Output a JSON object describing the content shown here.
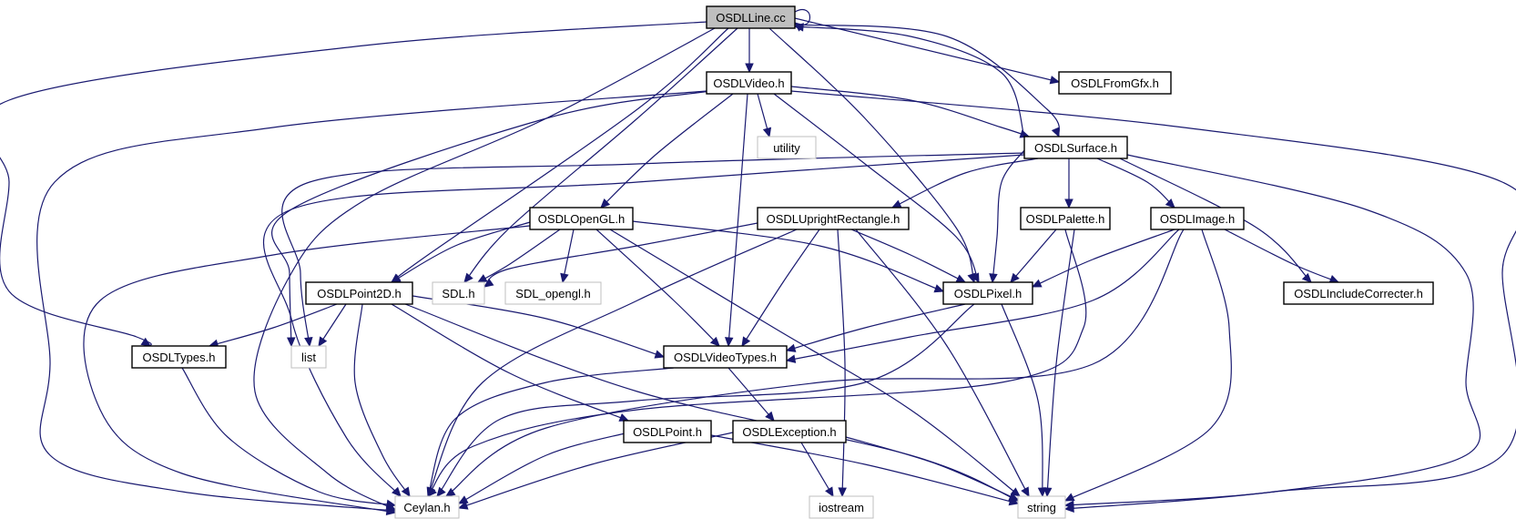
{
  "diagram": {
    "type": "include-dependency-graph",
    "colors": {
      "edge": "#191970",
      "root_fill": "#bfbfbf",
      "node_border": "#000000",
      "external_border": "#bfbfbf"
    },
    "nodes": [
      {
        "id": "line",
        "label": "OSDLLine.cc",
        "kind": "root"
      },
      {
        "id": "video",
        "label": "OSDLVideo.h",
        "kind": "header"
      },
      {
        "id": "fromgfx",
        "label": "OSDLFromGfx.h",
        "kind": "header"
      },
      {
        "id": "utility",
        "label": "utility",
        "kind": "external"
      },
      {
        "id": "surface",
        "label": "OSDLSurface.h",
        "kind": "header"
      },
      {
        "id": "opengl",
        "label": "OSDLOpenGL.h",
        "kind": "header"
      },
      {
        "id": "upright",
        "label": "OSDLUprightRectangle.h",
        "kind": "header"
      },
      {
        "id": "palette",
        "label": "OSDLPalette.h",
        "kind": "header"
      },
      {
        "id": "image",
        "label": "OSDLImage.h",
        "kind": "header"
      },
      {
        "id": "point2d",
        "label": "OSDLPoint2D.h",
        "kind": "header"
      },
      {
        "id": "sdl",
        "label": "SDL.h",
        "kind": "external"
      },
      {
        "id": "sdlgl",
        "label": "SDL_opengl.h",
        "kind": "external"
      },
      {
        "id": "pixel",
        "label": "OSDLPixel.h",
        "kind": "header"
      },
      {
        "id": "incc",
        "label": "OSDLIncludeCorrecter.h",
        "kind": "header"
      },
      {
        "id": "types",
        "label": "OSDLTypes.h",
        "kind": "header"
      },
      {
        "id": "list",
        "label": "list",
        "kind": "external"
      },
      {
        "id": "vtypes",
        "label": "OSDLVideoTypes.h",
        "kind": "header"
      },
      {
        "id": "point",
        "label": "OSDLPoint.h",
        "kind": "header"
      },
      {
        "id": "exception",
        "label": "OSDLException.h",
        "kind": "header"
      },
      {
        "id": "ceylan",
        "label": "Ceylan.h",
        "kind": "external"
      },
      {
        "id": "iostream",
        "label": "iostream",
        "kind": "external"
      },
      {
        "id": "string",
        "label": "string",
        "kind": "external"
      }
    ],
    "edges": [
      [
        "line",
        "line"
      ],
      [
        "line",
        "video"
      ],
      [
        "line",
        "fromgfx"
      ],
      [
        "line",
        "surface"
      ],
      [
        "line",
        "point2d"
      ],
      [
        "line",
        "sdl"
      ],
      [
        "line",
        "pixel"
      ],
      [
        "line",
        "types"
      ],
      [
        "line",
        "ceylan"
      ],
      [
        "video",
        "utility"
      ],
      [
        "video",
        "surface"
      ],
      [
        "video",
        "opengl"
      ],
      [
        "video",
        "pixel"
      ],
      [
        "video",
        "vtypes"
      ],
      [
        "video",
        "list"
      ],
      [
        "video",
        "ceylan"
      ],
      [
        "video",
        "string"
      ],
      [
        "surface",
        "line"
      ],
      [
        "surface",
        "upright"
      ],
      [
        "surface",
        "palette"
      ],
      [
        "surface",
        "image"
      ],
      [
        "surface",
        "incc"
      ],
      [
        "surface",
        "pixel"
      ],
      [
        "surface",
        "list"
      ],
      [
        "surface",
        "ceylan"
      ],
      [
        "surface",
        "string"
      ],
      [
        "opengl",
        "sdl"
      ],
      [
        "opengl",
        "sdlgl"
      ],
      [
        "opengl",
        "point2d"
      ],
      [
        "opengl",
        "pixel"
      ],
      [
        "opengl",
        "vtypes"
      ],
      [
        "opengl",
        "ceylan"
      ],
      [
        "opengl",
        "string"
      ],
      [
        "upright",
        "sdl"
      ],
      [
        "upright",
        "pixel"
      ],
      [
        "upright",
        "vtypes"
      ],
      [
        "upright",
        "ceylan"
      ],
      [
        "upright",
        "iostream"
      ],
      [
        "upright",
        "string"
      ],
      [
        "palette",
        "pixel"
      ],
      [
        "palette",
        "ceylan"
      ],
      [
        "palette",
        "string"
      ],
      [
        "image",
        "pixel"
      ],
      [
        "image",
        "incc"
      ],
      [
        "image",
        "vtypes"
      ],
      [
        "image",
        "ceylan"
      ],
      [
        "image",
        "string"
      ],
      [
        "point2d",
        "types"
      ],
      [
        "point2d",
        "list"
      ],
      [
        "point2d",
        "vtypes"
      ],
      [
        "point2d",
        "point"
      ],
      [
        "point2d",
        "ceylan"
      ],
      [
        "point2d",
        "string"
      ],
      [
        "pixel",
        "vtypes"
      ],
      [
        "pixel",
        "ceylan"
      ],
      [
        "pixel",
        "string"
      ],
      [
        "types",
        "ceylan"
      ],
      [
        "vtypes",
        "exception"
      ],
      [
        "vtypes",
        "ceylan"
      ],
      [
        "point",
        "ceylan"
      ],
      [
        "point",
        "string"
      ],
      [
        "exception",
        "ceylan"
      ],
      [
        "exception",
        "iostream"
      ],
      [
        "exception",
        "string"
      ]
    ]
  }
}
